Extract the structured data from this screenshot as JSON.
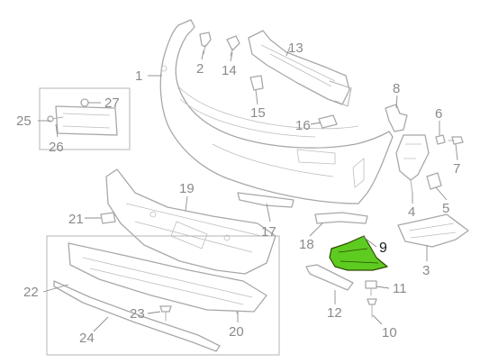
{
  "highlight_color": "#5dcb1f",
  "callouts": {
    "c1": "1",
    "c2": "2",
    "c3": "3",
    "c4": "4",
    "c5": "5",
    "c6": "6",
    "c7": "7",
    "c8": "8",
    "c9": "9",
    "c10": "10",
    "c11": "11",
    "c12": "12",
    "c13": "13",
    "c14": "14",
    "c15": "15",
    "c16": "16",
    "c17": "17",
    "c18": "18",
    "c19": "19",
    "c20": "20",
    "c21": "21",
    "c22": "22",
    "c23": "23",
    "c24": "24",
    "c25": "25",
    "c26": "26",
    "c27": "27"
  }
}
